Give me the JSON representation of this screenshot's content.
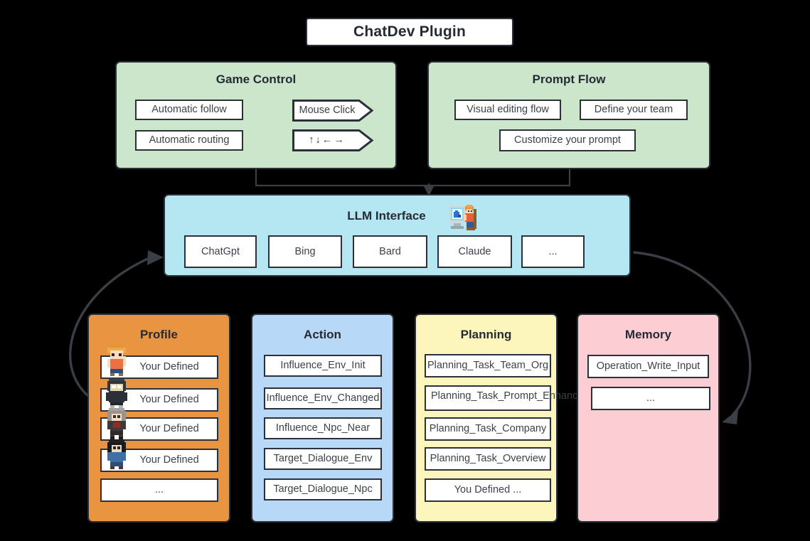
{
  "title": {
    "label": "ChatDev Plugin"
  },
  "game_control": {
    "title": "Game Control",
    "items": [
      {
        "label": "Automatic follow",
        "shape": "rect"
      },
      {
        "label": "Mouse Click",
        "shape": "arrow"
      },
      {
        "label": "Automatic routing",
        "shape": "rect"
      },
      {
        "label": "↑↓←→",
        "shape": "arrow"
      }
    ]
  },
  "prompt_flow": {
    "title": "Prompt Flow",
    "items": [
      {
        "label": "Visual editing flow"
      },
      {
        "label": "Define your team"
      },
      {
        "label": "Customize your prompt"
      }
    ]
  },
  "llm_interface": {
    "title": "LLM Interface",
    "icon": "pixel-computer-user-icon",
    "items": [
      {
        "label": "ChatGpt"
      },
      {
        "label": "Bing"
      },
      {
        "label": "Bard"
      },
      {
        "label": "Claude"
      },
      {
        "label": "..."
      }
    ]
  },
  "profile": {
    "title": "Profile",
    "items": [
      {
        "label": "Your Defined",
        "avatar": "pixel-avatar-orange-hair"
      },
      {
        "label": "Your Defined",
        "avatar": "pixel-avatar-dark-hood"
      },
      {
        "label": "Your Defined",
        "avatar": "pixel-avatar-gray-hair"
      },
      {
        "label": "Your Defined",
        "avatar": "pixel-avatar-black-hair"
      },
      {
        "label": "...",
        "avatar": null
      }
    ]
  },
  "action": {
    "title": "Action",
    "items": [
      {
        "label": "Influence_Env_Init"
      },
      {
        "label": "Influence_Env_Changed"
      },
      {
        "label": "Influence_Npc_Near"
      },
      {
        "label": "Target_Dialogue_Env"
      },
      {
        "label": "Target_Dialogue_Npc"
      }
    ]
  },
  "planning": {
    "title": "Planning",
    "items": [
      {
        "label": "Planning_Task_Team_Org"
      },
      {
        "label": "Planning_Task_Prompt_Enhance"
      },
      {
        "label": "Planning_Task_Company"
      },
      {
        "label": "Planning_Task_Overview"
      },
      {
        "label": "You Defined ..."
      }
    ]
  },
  "memory": {
    "title": "Memory",
    "items": [
      {
        "label": "Operation_Write_Input"
      },
      {
        "label": "..."
      }
    ]
  },
  "colors": {
    "background": "#000000",
    "green_panel": "#cbe6cb",
    "cyan_panel": "#b4e7f2",
    "orange_panel": "#e89440",
    "blue_panel": "#b7d8f6",
    "yellow_panel": "#fcf6bc",
    "pink_panel": "#fccdd2",
    "chip_fill": "#ffffff",
    "stroke": "#2b303b",
    "text": "#3c4249"
  }
}
